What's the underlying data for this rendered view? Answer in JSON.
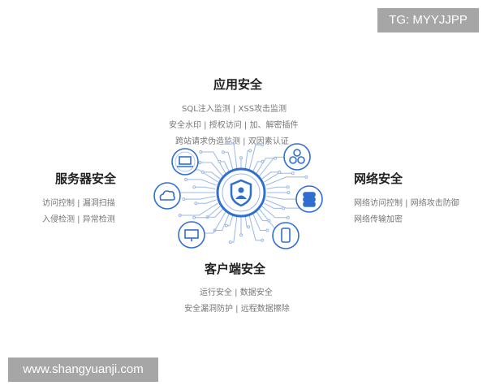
{
  "watermarks": {
    "top": "TG: MYYJJPP",
    "bottom": "www.shangyuanji.com"
  },
  "accent_color": "#2f6fd1",
  "sections": {
    "app": {
      "title": "应用安全",
      "lines": [
        "SQL注入监测 | XSS攻击监测",
        "安全水印 | 授权访问 | 加、解密插件",
        "跨站请求伪造监测 | 双因素认证"
      ]
    },
    "server": {
      "title": "服务器安全",
      "lines": [
        "访问控制 | 漏洞扫描",
        "入侵检测 | 异常检测"
      ]
    },
    "network": {
      "title": "网络安全",
      "lines": [
        "网络访问控制 | 网络攻击防御",
        "网络传输加密"
      ]
    },
    "client": {
      "title": "客户端安全",
      "lines": [
        "运行安全 | 数据安全",
        "安全漏洞防护 | 远程数据擦除"
      ]
    }
  },
  "icons": [
    "shield-user-icon",
    "laptop-icon",
    "molecule-icon",
    "cloud-icon",
    "database-icon",
    "monitor-icon",
    "phone-icon"
  ]
}
